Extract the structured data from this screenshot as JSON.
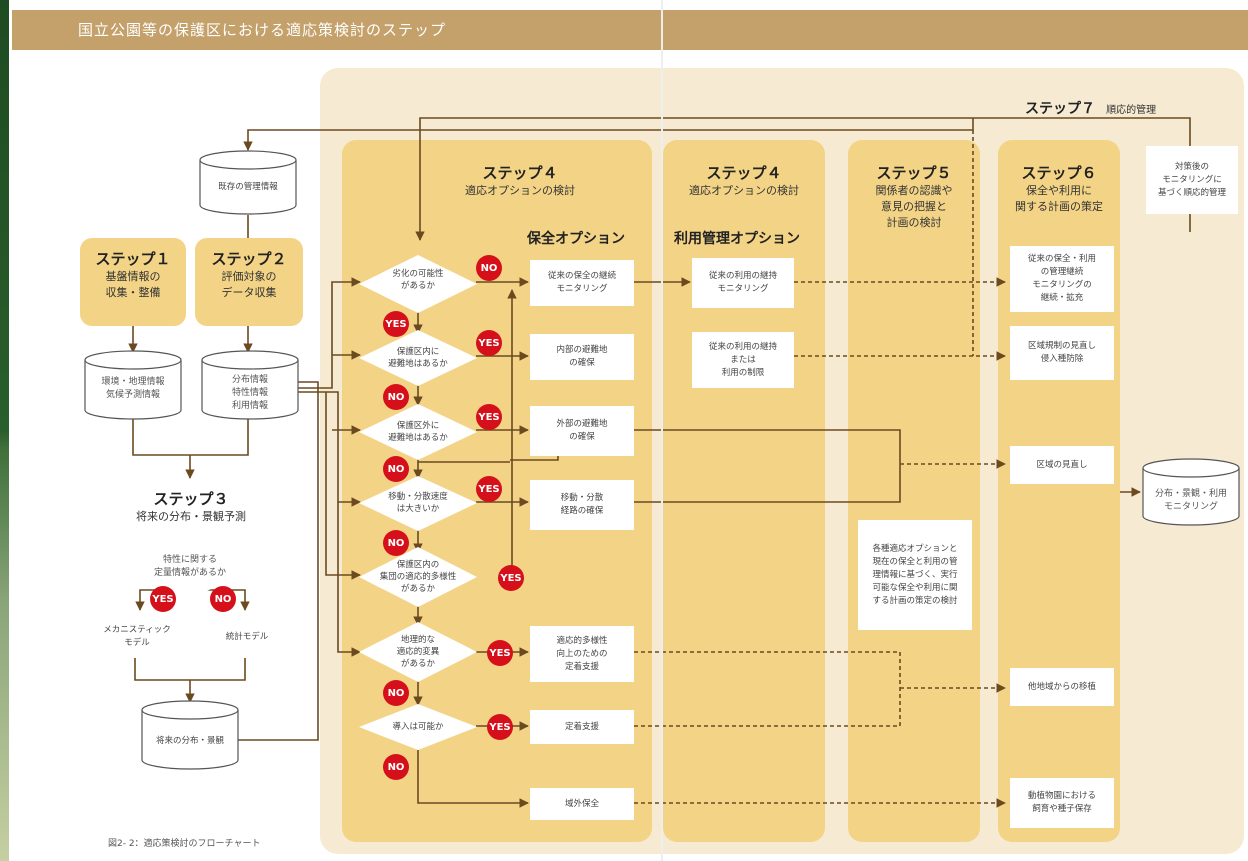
{
  "header": {
    "title": "国立公園等の保護区における適応策検討のステップ"
  },
  "caption": "図2- 2：適応策検討のフローチャート",
  "step7": {
    "title": "ステップ７",
    "subtitle": "順応的管理"
  },
  "left": {
    "db_top": "既存の管理情報",
    "step1": {
      "title": "ステップ１",
      "lines": [
        "基盤情報の",
        "収集・整備"
      ]
    },
    "step2": {
      "title": "ステップ２",
      "lines": [
        "評価対象の",
        "データ収集"
      ]
    },
    "db_climate": [
      "環境・地理情報",
      "気候予測情報"
    ],
    "db_distribution": [
      "分布情報",
      "特性情報",
      "利用情報"
    ],
    "step3": {
      "title": "ステップ３",
      "subtitle": "将来の分布・景観予測",
      "diamond": [
        "特性に関する",
        "定量情報があるか"
      ],
      "model_mech": [
        "メカニスティック",
        "モデル"
      ],
      "model_stat": "統計モデル"
    },
    "db_future": "将来の分布・景観"
  },
  "step4a": {
    "title": "ステップ４",
    "subtitle": "適応オプションの検討",
    "options_header": "保全オプション"
  },
  "step4b": {
    "title": "ステップ４",
    "subtitle": "適応オプションの検討",
    "options_header": "利用管理オプション"
  },
  "step5": {
    "title": "ステップ５",
    "lines": [
      "関係者の認識や",
      "意見の把握と",
      "計画の検討"
    ],
    "note": [
      "各種適応オプションと",
      "現在の保全と利用の管",
      "理情報に基づく、実行",
      "可能な保全や利用に関",
      "する計画の策定の検討"
    ]
  },
  "step6": {
    "title": "ステップ６",
    "lines": [
      "保全や利用に",
      "関する計画の策定"
    ],
    "boxes": [
      [
        "従来の保全・利用",
        "の管理継続",
        "モニタリングの",
        "継続・拡充"
      ],
      [
        "区域規制の見直し",
        "侵入種防除"
      ],
      [
        "区域の見直し"
      ],
      [
        "他地域からの移植"
      ],
      [
        "動植物園における",
        "飼育や種子保存"
      ]
    ]
  },
  "monitor": {
    "note": [
      "対策後の",
      "モニタリングに",
      "基づく順応的管理"
    ],
    "db": [
      "分布・景観・利用",
      "モニタリング"
    ]
  },
  "diamonds": [
    [
      "劣化の可能性",
      "があるか"
    ],
    [
      "保護区内に",
      "避難地はあるか"
    ],
    [
      "保護区外に",
      "避難地はあるか"
    ],
    [
      "移動・分散速度",
      "は大きいか"
    ],
    [
      "保護区内の",
      "集団の適応的多様性",
      "があるか"
    ],
    [
      "地理的な",
      "適応的変異",
      "があるか"
    ],
    [
      "導入は可能か"
    ]
  ],
  "cons_options": [
    [
      "従来の保全の継続",
      "モニタリング"
    ],
    [
      "内部の避難地",
      "の確保"
    ],
    [
      "外部の避難地",
      "の確保"
    ],
    [
      "移動・分散",
      "経路の確保"
    ],
    [
      "適応的多様性",
      "向上のための",
      "定着支援"
    ],
    [
      "定着支援"
    ],
    [
      "域外保全"
    ]
  ],
  "use_options": [
    [
      "従来の利用の継持",
      "モニタリング"
    ],
    [
      "従来の利用の継持",
      "または",
      "利用の制限"
    ]
  ],
  "badges": {
    "no": "NO",
    "yes": "YES",
    "d1_no": "NO",
    "d1_yes": "YES",
    "d2_yes": "YES",
    "d2_no": "NO",
    "d3_yes": "YES",
    "d3_no": "NO",
    "d4_yes": "YES",
    "d4_no": "NO",
    "d5_yes": "YES",
    "d6_yes": "YES",
    "d6_no": "NO",
    "d7_yes": "YES",
    "d7_no": "NO",
    "s3_yes": "YES",
    "s3_no": "NO"
  },
  "colors": {
    "header": "#c4a06a",
    "panel": "#f3d487",
    "background": "#f6ead2",
    "line": "#6b4a20",
    "badge": "#d6101b"
  }
}
